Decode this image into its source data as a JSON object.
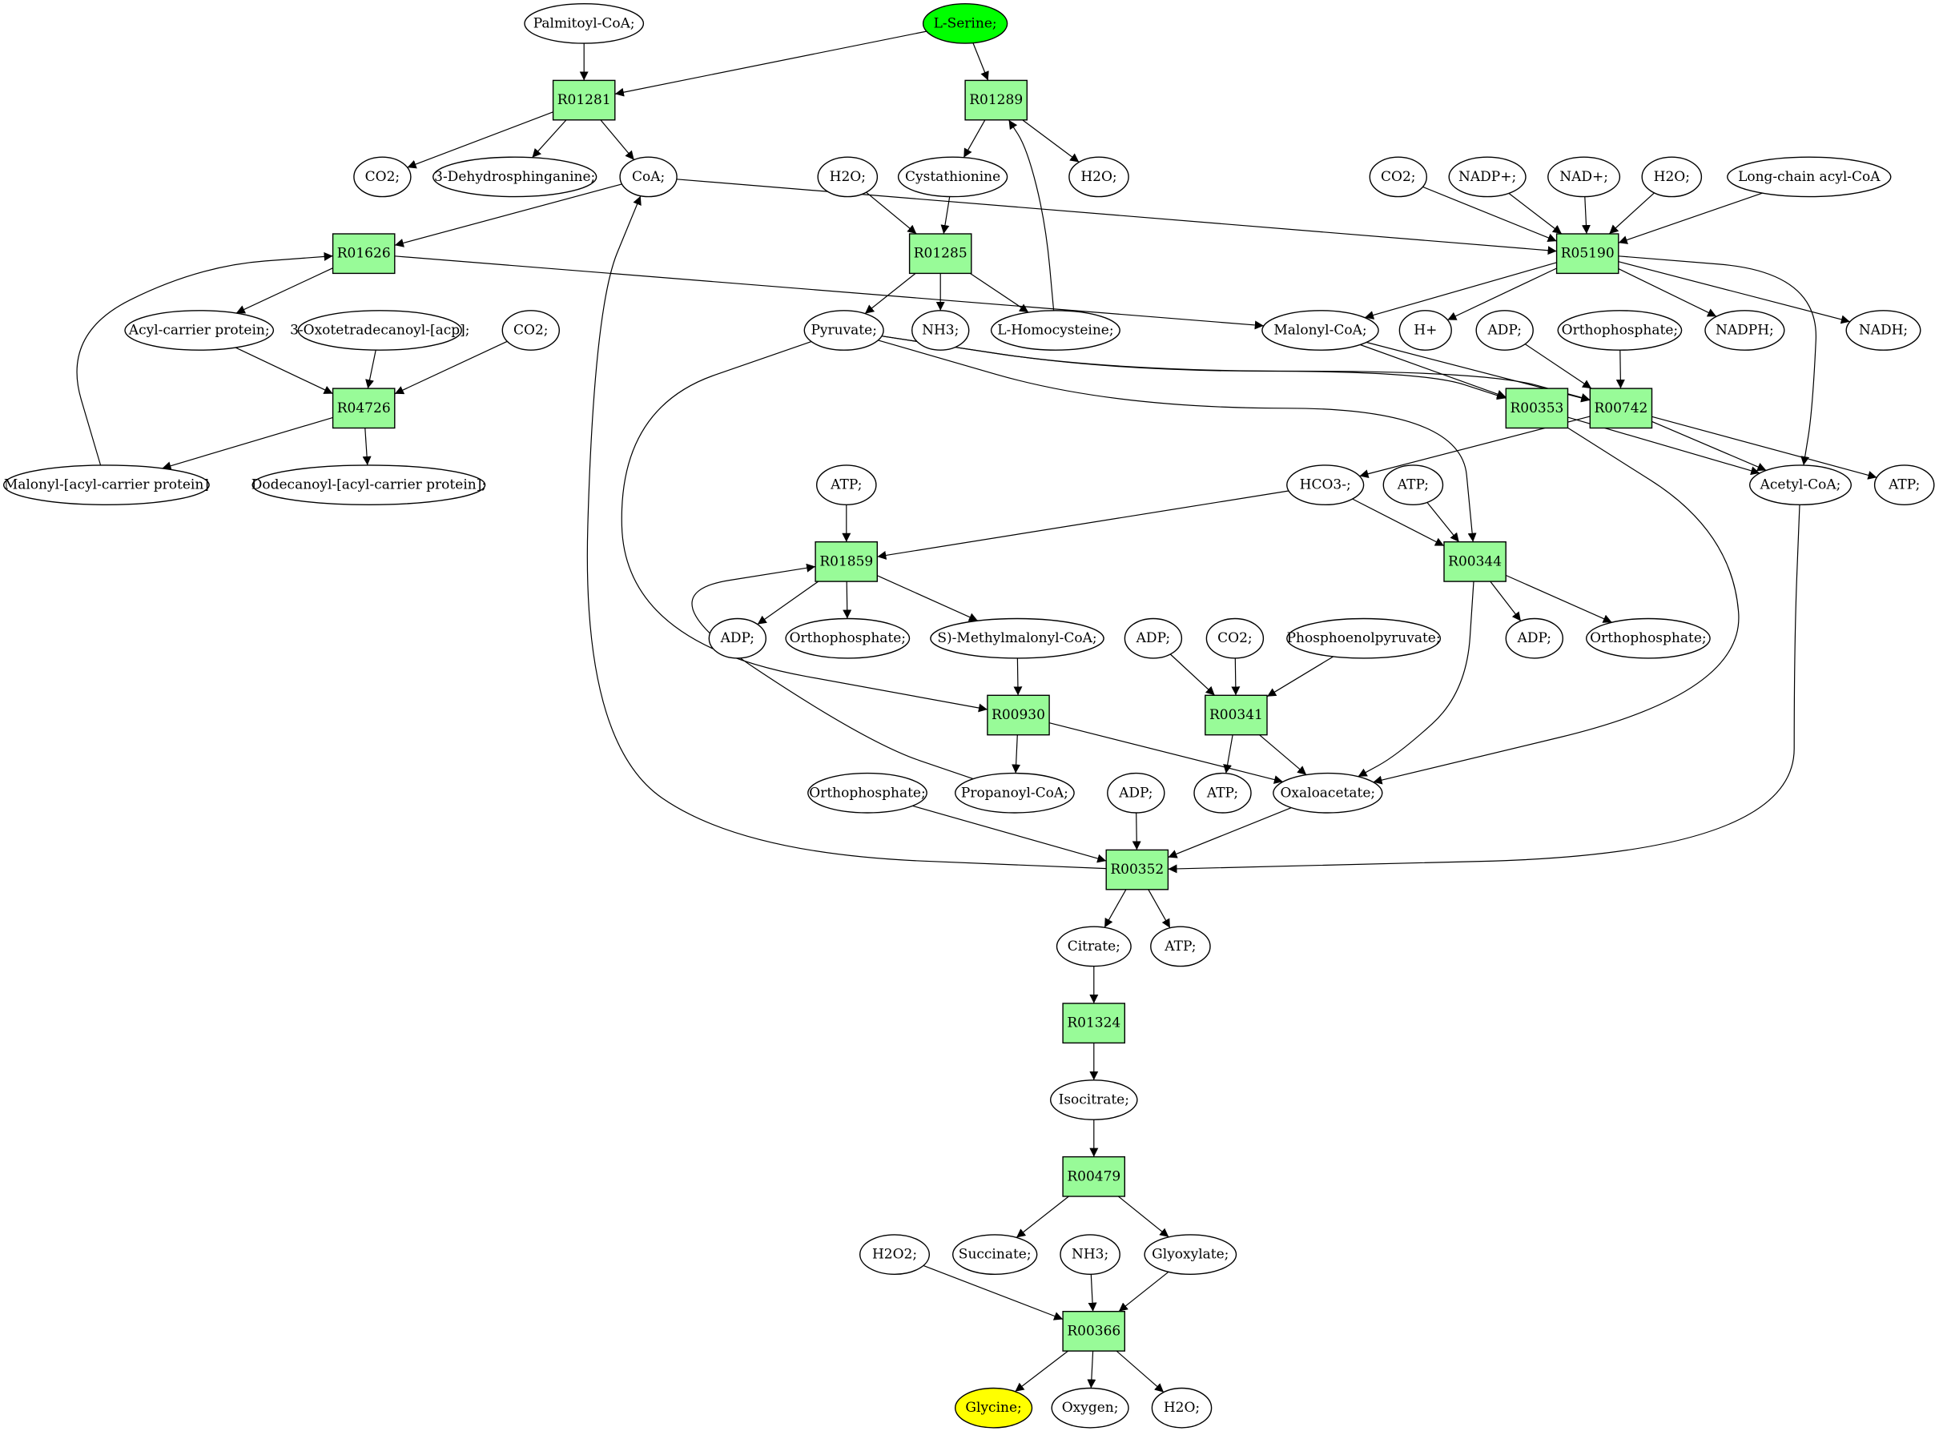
{
  "colors": {
    "reaction": "#98fb98",
    "compound": "#ffffff",
    "source": "#00ff00",
    "target": "#ffff00"
  },
  "nodes": [
    {
      "id": "palmitoyl",
      "label": "Palmitoyl-CoA;",
      "type": "compound"
    },
    {
      "id": "serine",
      "label": "L-Serine;",
      "type": "source"
    },
    {
      "id": "R01281",
      "label": "R01281",
      "type": "reaction"
    },
    {
      "id": "R01289",
      "label": "R01289",
      "type": "reaction"
    },
    {
      "id": "co2_a",
      "label": "CO2;",
      "type": "compound"
    },
    {
      "id": "dehydro",
      "label": "3-Dehydrosphinganine;",
      "type": "compound"
    },
    {
      "id": "coa",
      "label": "CoA;",
      "type": "compound"
    },
    {
      "id": "h2o_a",
      "label": "H2O;",
      "type": "compound"
    },
    {
      "id": "cysta",
      "label": "Cystathionine",
      "type": "compound"
    },
    {
      "id": "h2o_b",
      "label": "H2O;",
      "type": "compound"
    },
    {
      "id": "co2_b",
      "label": "CO2;",
      "type": "compound"
    },
    {
      "id": "nadpplus",
      "label": "NADP+;",
      "type": "compound"
    },
    {
      "id": "nadplus",
      "label": "NAD+;",
      "type": "compound"
    },
    {
      "id": "h2o_c",
      "label": "H2O;",
      "type": "compound"
    },
    {
      "id": "longchain",
      "label": "Long-chain acyl-CoA",
      "type": "compound"
    },
    {
      "id": "R01626",
      "label": "R01626",
      "type": "reaction"
    },
    {
      "id": "R01285",
      "label": "R01285",
      "type": "reaction"
    },
    {
      "id": "R05190",
      "label": "R05190",
      "type": "reaction"
    },
    {
      "id": "acp",
      "label": "Acyl-carrier protein;",
      "type": "compound"
    },
    {
      "id": "oxotetra",
      "label": "3-Oxotetradecanoyl-[acp];",
      "type": "compound"
    },
    {
      "id": "co2_c",
      "label": "CO2;",
      "type": "compound"
    },
    {
      "id": "pyruvate",
      "label": "Pyruvate;",
      "type": "compound"
    },
    {
      "id": "nh3_a",
      "label": "NH3;",
      "type": "compound"
    },
    {
      "id": "homocys",
      "label": "L-Homocysteine;",
      "type": "compound"
    },
    {
      "id": "malonylcoa",
      "label": "Malonyl-CoA;",
      "type": "compound"
    },
    {
      "id": "hplus",
      "label": "H+",
      "type": "compound"
    },
    {
      "id": "adp_a",
      "label": "ADP;",
      "type": "compound"
    },
    {
      "id": "ortho_a",
      "label": "Orthophosphate;",
      "type": "compound"
    },
    {
      "id": "nadph",
      "label": "NADPH;",
      "type": "compound"
    },
    {
      "id": "nadh",
      "label": "NADH;",
      "type": "compound"
    },
    {
      "id": "R04726",
      "label": "R04726",
      "type": "reaction"
    },
    {
      "id": "R00353",
      "label": "R00353",
      "type": "reaction"
    },
    {
      "id": "R00742",
      "label": "R00742",
      "type": "reaction"
    },
    {
      "id": "malonylacp",
      "label": "Malonyl-[acyl-carrier protein]",
      "type": "compound"
    },
    {
      "id": "dodecanoyl",
      "label": "Dodecanoyl-[acyl-carrier protein];",
      "type": "compound"
    },
    {
      "id": "atp_a",
      "label": "ATP;",
      "type": "compound"
    },
    {
      "id": "hco3",
      "label": "HCO3-;",
      "type": "compound"
    },
    {
      "id": "atp_b",
      "label": "ATP;",
      "type": "compound"
    },
    {
      "id": "acetylcoa",
      "label": "Acetyl-CoA;",
      "type": "compound"
    },
    {
      "id": "atp_c",
      "label": "ATP;",
      "type": "compound"
    },
    {
      "id": "R01859",
      "label": "R01859",
      "type": "reaction"
    },
    {
      "id": "R00344",
      "label": "R00344",
      "type": "reaction"
    },
    {
      "id": "adp_b",
      "label": "ADP;",
      "type": "compound"
    },
    {
      "id": "ortho_b",
      "label": "Orthophosphate;",
      "type": "compound"
    },
    {
      "id": "smethyl",
      "label": "S)-Methylmalonyl-CoA;",
      "type": "compound"
    },
    {
      "id": "adp_c",
      "label": "ADP;",
      "type": "compound"
    },
    {
      "id": "co2_d",
      "label": "CO2;",
      "type": "compound"
    },
    {
      "id": "pep",
      "label": "Phosphoenolpyruvate;",
      "type": "compound"
    },
    {
      "id": "adp_d",
      "label": "ADP;",
      "type": "compound"
    },
    {
      "id": "ortho_c",
      "label": "Orthophosphate;",
      "type": "compound"
    },
    {
      "id": "R00930",
      "label": "R00930",
      "type": "reaction"
    },
    {
      "id": "R00341",
      "label": "R00341",
      "type": "reaction"
    },
    {
      "id": "ortho_d",
      "label": "Orthophosphate;",
      "type": "compound"
    },
    {
      "id": "propanoyl",
      "label": "Propanoyl-CoA;",
      "type": "compound"
    },
    {
      "id": "adp_e",
      "label": "ADP;",
      "type": "compound"
    },
    {
      "id": "atp_d",
      "label": "ATP;",
      "type": "compound"
    },
    {
      "id": "oxaloacetate",
      "label": "Oxaloacetate;",
      "type": "compound"
    },
    {
      "id": "R00352",
      "label": "R00352",
      "type": "reaction"
    },
    {
      "id": "citrate",
      "label": "Citrate;",
      "type": "compound"
    },
    {
      "id": "atp_e",
      "label": "ATP;",
      "type": "compound"
    },
    {
      "id": "R01324",
      "label": "R01324",
      "type": "reaction"
    },
    {
      "id": "isocitrate",
      "label": "Isocitrate;",
      "type": "compound"
    },
    {
      "id": "R00479",
      "label": "R00479",
      "type": "reaction"
    },
    {
      "id": "h2o2",
      "label": "H2O2;",
      "type": "compound"
    },
    {
      "id": "succinate",
      "label": "Succinate;",
      "type": "compound"
    },
    {
      "id": "nh3_b",
      "label": "NH3;",
      "type": "compound"
    },
    {
      "id": "glyoxylate",
      "label": "Glyoxylate;",
      "type": "compound"
    },
    {
      "id": "R00366",
      "label": "R00366",
      "type": "reaction"
    },
    {
      "id": "glycine",
      "label": "Glycine;",
      "type": "target"
    },
    {
      "id": "oxygen",
      "label": "Oxygen;",
      "type": "compound"
    },
    {
      "id": "h2o_d",
      "label": "H2O;",
      "type": "compound"
    }
  ],
  "edges": [
    [
      "palmitoyl",
      "R01281"
    ],
    [
      "serine",
      "R01281"
    ],
    [
      "serine",
      "R01289"
    ],
    [
      "R01281",
      "co2_a"
    ],
    [
      "R01281",
      "dehydro"
    ],
    [
      "R01281",
      "coa"
    ],
    [
      "R01289",
      "cysta"
    ],
    [
      "R01289",
      "h2o_b"
    ],
    [
      "coa",
      "R01626"
    ],
    [
      "coa",
      "R05190"
    ],
    [
      "h2o_a",
      "R01285"
    ],
    [
      "cysta",
      "R01285"
    ],
    [
      "co2_b",
      "R05190"
    ],
    [
      "nadpplus",
      "R05190"
    ],
    [
      "nadplus",
      "R05190"
    ],
    [
      "h2o_c",
      "R05190"
    ],
    [
      "longchain",
      "R05190"
    ],
    [
      "R01626",
      "acp"
    ],
    [
      "R01626",
      "malonylcoa"
    ],
    [
      "R01285",
      "pyruvate"
    ],
    [
      "R01285",
      "nh3_a"
    ],
    [
      "R01285",
      "homocys"
    ],
    [
      "homocys",
      "R01289"
    ],
    [
      "R05190",
      "malonylcoa"
    ],
    [
      "R05190",
      "hplus"
    ],
    [
      "R05190",
      "nadph"
    ],
    [
      "R05190",
      "nadh"
    ],
    [
      "R05190",
      "acetylcoa"
    ],
    [
      "acp",
      "R04726"
    ],
    [
      "oxotetra",
      "R04726"
    ],
    [
      "co2_c",
      "R04726"
    ],
    [
      "R04726",
      "malonylacp"
    ],
    [
      "R04726",
      "dodecanoyl"
    ],
    [
      "malonylacp",
      "R01626"
    ],
    [
      "pyruvate",
      "R00353"
    ],
    [
      "pyruvate",
      "R00742"
    ],
    [
      "pyruvate",
      "R00344"
    ],
    [
      "pyruvate",
      "R00930"
    ],
    [
      "malonylcoa",
      "R00353"
    ],
    [
      "malonylcoa",
      "R00742"
    ],
    [
      "adp_a",
      "R00742"
    ],
    [
      "ortho_a",
      "R00742"
    ],
    [
      "R00353",
      "acetylcoa"
    ],
    [
      "R00353",
      "oxaloacetate"
    ],
    [
      "R00742",
      "hco3"
    ],
    [
      "R00742",
      "acetylcoa"
    ],
    [
      "R00742",
      "atp_c"
    ],
    [
      "atp_a",
      "R01859"
    ],
    [
      "hco3",
      "R01859"
    ],
    [
      "hco3",
      "R00344"
    ],
    [
      "atp_b",
      "R00344"
    ],
    [
      "R01859",
      "adp_b"
    ],
    [
      "R01859",
      "ortho_b"
    ],
    [
      "R01859",
      "smethyl"
    ],
    [
      "R00344",
      "adp_d"
    ],
    [
      "R00344",
      "ortho_c"
    ],
    [
      "R00344",
      "oxaloacetate"
    ],
    [
      "smethyl",
      "R00930"
    ],
    [
      "adp_c",
      "R00341"
    ],
    [
      "co2_d",
      "R00341"
    ],
    [
      "pep",
      "R00341"
    ],
    [
      "R00930",
      "propanoyl"
    ],
    [
      "R00930",
      "oxaloacetate"
    ],
    [
      "propanoyl",
      "R01859"
    ],
    [
      "R00341",
      "atp_d"
    ],
    [
      "R00341",
      "oxaloacetate"
    ],
    [
      "ortho_d",
      "R00352"
    ],
    [
      "adp_e",
      "R00352"
    ],
    [
      "oxaloacetate",
      "R00352"
    ],
    [
      "acetylcoa",
      "R00352"
    ],
    [
      "R00352",
      "coa"
    ],
    [
      "R00352",
      "citrate"
    ],
    [
      "R00352",
      "atp_e"
    ],
    [
      "citrate",
      "R01324"
    ],
    [
      "R01324",
      "isocitrate"
    ],
    [
      "isocitrate",
      "R00479"
    ],
    [
      "R00479",
      "succinate"
    ],
    [
      "R00479",
      "glyoxylate"
    ],
    [
      "h2o2",
      "R00366"
    ],
    [
      "nh3_b",
      "R00366"
    ],
    [
      "glyoxylate",
      "R00366"
    ],
    [
      "R00366",
      "glycine"
    ],
    [
      "R00366",
      "oxygen"
    ],
    [
      "R00366",
      "h2o_d"
    ]
  ]
}
